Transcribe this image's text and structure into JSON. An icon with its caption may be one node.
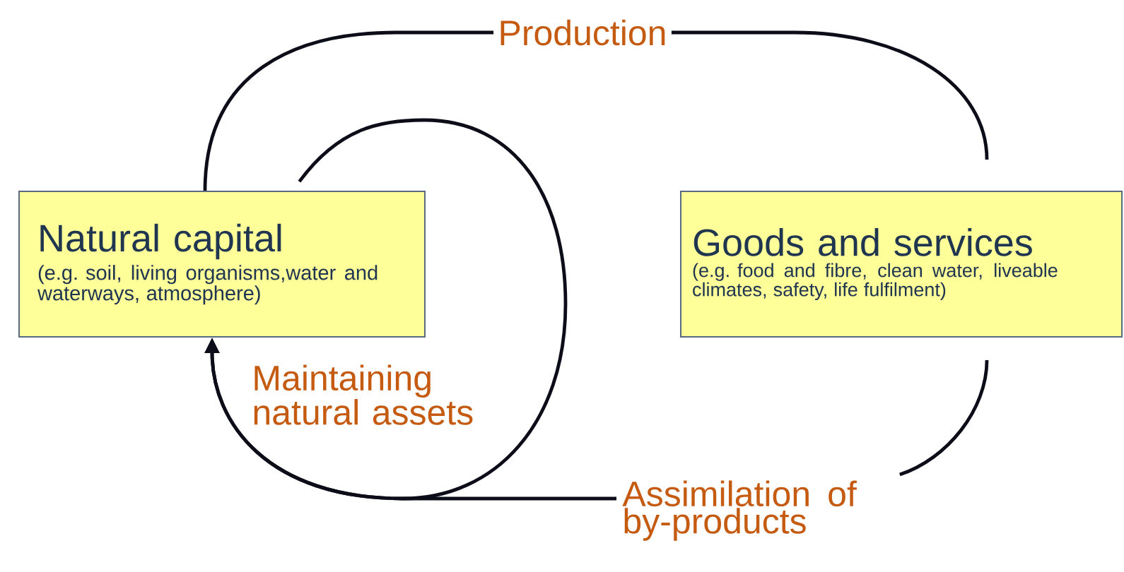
{
  "diagram": {
    "nodes": [
      {
        "text": [
          "Natural capital",
          "(e.g. soil, living organisms,water and waterways, atmosphere)"
        ]
      },
      {
        "text": [
          "Goods and services",
          "(e.g. food and fibre, clean water, liveable climates, safety, life fulfilment)"
        ]
      },
      {
        "text": [
          "Production"
        ]
      },
      {
        "text": [
          "Maintaining natural assets"
        ]
      },
      {
        "text": [
          "Assimilation of by-products"
        ]
      }
    ],
    "edges": [
      {
        "from": 0,
        "to": 2,
        "arrow": "none"
      },
      {
        "from": 2,
        "to": 1,
        "arrow": "none"
      },
      {
        "from": 1,
        "to": 4,
        "arrow": "none"
      },
      {
        "from": 4,
        "to": 0,
        "arrow": "to"
      },
      {
        "from": 0,
        "to": 0,
        "arrow": "to"
      }
    ]
  }
}
